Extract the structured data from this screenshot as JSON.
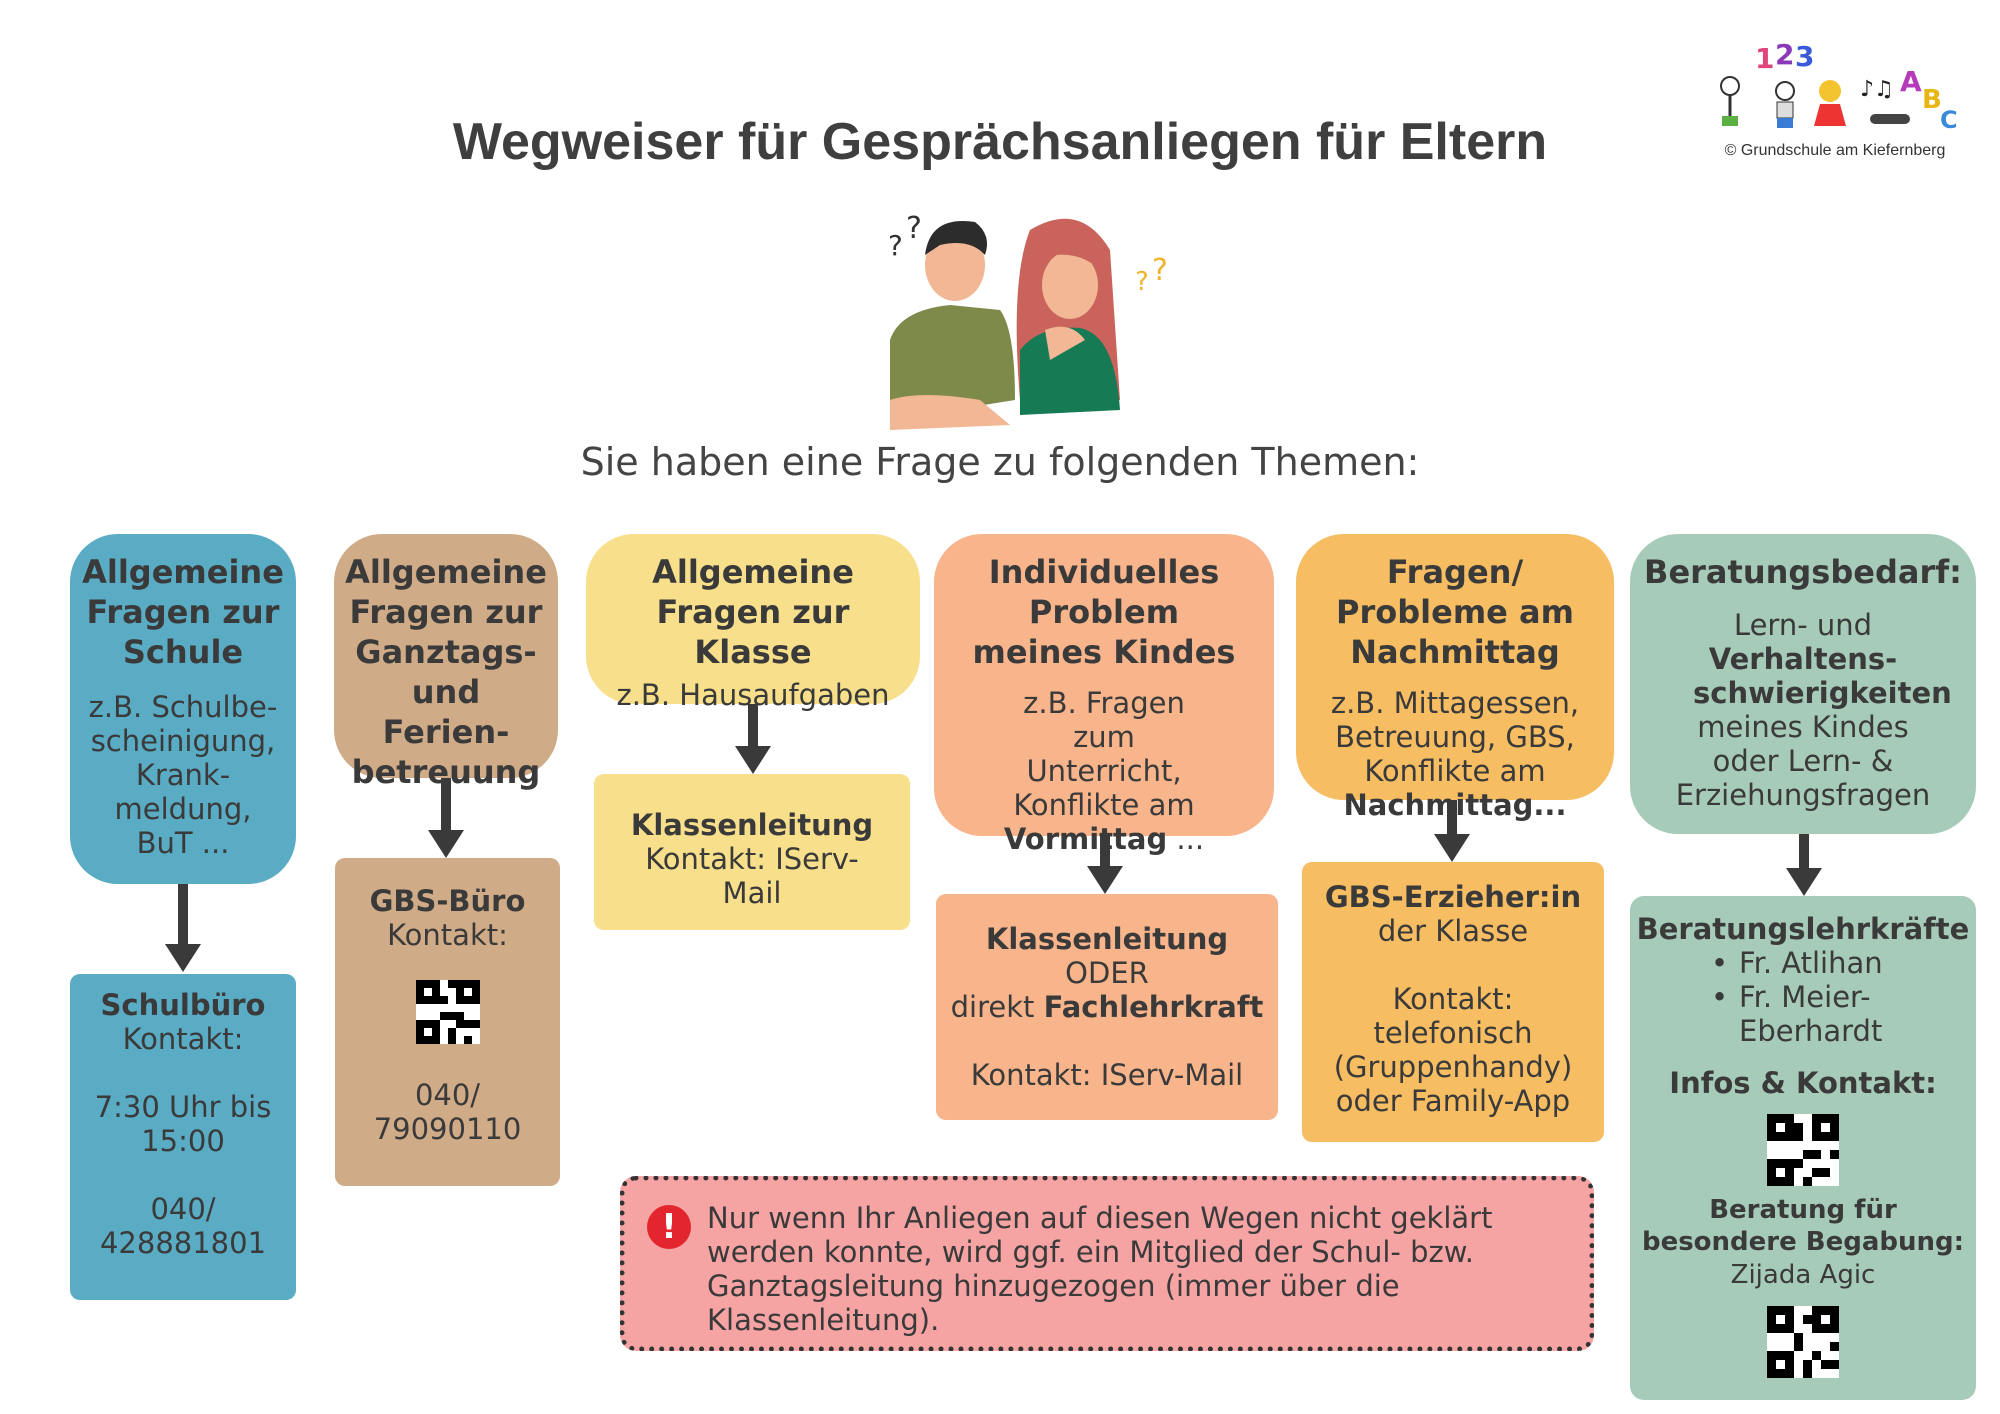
{
  "header": {
    "title": "Wegweiser für Gesprächsanliegen für Eltern",
    "subtitle": "Sie haben eine Frage zu folgenden Themen:",
    "logo_caption": "© Grundschule am Kiefernberg",
    "logo_text": "123 ABC"
  },
  "columns": [
    {
      "topic_title": "Allgemeine Fragen zur Schule",
      "topic_text": "z.B. Schulbe- scheinigung, Krank- meldung, BuT ...",
      "contact_title": "Schulbüro",
      "contact_line1": "Kontakt:",
      "contact_line2": "7:30 Uhr bis 15:00",
      "contact_line3": "040/ 428881801"
    },
    {
      "topic_title": "Allgemeine Fragen zur Ganztags- und Ferien- betreuung",
      "contact_title": "GBS-Büro",
      "contact_line1": "Kontakt:",
      "contact_line2": "040/ 79090110"
    },
    {
      "topic_title": "Allgemeine Fragen zur Klasse",
      "topic_text": "z.B. Hausaufgaben",
      "contact_title": "Klassenleitung",
      "contact_line1": "Kontakt: IServ- Mail"
    },
    {
      "topic_title": "Individuelles Problem meines Kindes",
      "topic_text_a": "z.B. Fragen zum Unterricht, Konflikte am",
      "topic_text_b": "Vormittag",
      "topic_text_c": " ...",
      "contact_title": "Klassenleitung",
      "contact_line1": "ODER",
      "contact_line2_a": "direkt ",
      "contact_line2_b": "Fachlehrkraft",
      "contact_line3": "Kontakt: IServ-Mail"
    },
    {
      "topic_title": "Fragen/ Probleme am Nachmittag",
      "topic_text_a": "z.B. Mittagessen, Betreuung, GBS, Konflikte am",
      "topic_text_b": "Nachmittag...",
      "contact_title": "GBS-Erzieher:in",
      "contact_line1": "der Klasse",
      "contact_line2": "Kontakt: telefonisch (Gruppenhandy) oder Family-App"
    },
    {
      "topic_title": "Beratungsbedarf:",
      "topic_text_a": "Lern- und",
      "topic_text_b": "Verhaltens- schwierigkeiten",
      "topic_text_c": "meines Kindes oder Lern- & Erziehungsfragen",
      "contact_title": "Beratungslehrkräfte",
      "contact_people": [
        "Fr. Atlihan",
        "Fr. Meier- Eberhardt"
      ],
      "contact_info_title": "Infos & Kontakt:",
      "contact_special_title": "Beratung für besondere Begabung:",
      "contact_special_name": "Zijada Agic"
    }
  ],
  "warning": {
    "icon": "exclamation-icon",
    "text": "Nur wenn Ihr Anliegen auf diesen Wegen nicht geklärt werden konnte, wird ggf. ein Mitglied der Schul- bzw. Ganztagsleitung hinzugezogen (immer über die Klassenleitung)."
  },
  "colors": {
    "blue": "#5aabc4",
    "tan": "#d0ab88",
    "yellow": "#f7df8b",
    "salmon": "#f8b48a",
    "orange": "#f6bd63",
    "sage": "#a7cbb9",
    "warning": "#f6a3a3"
  }
}
